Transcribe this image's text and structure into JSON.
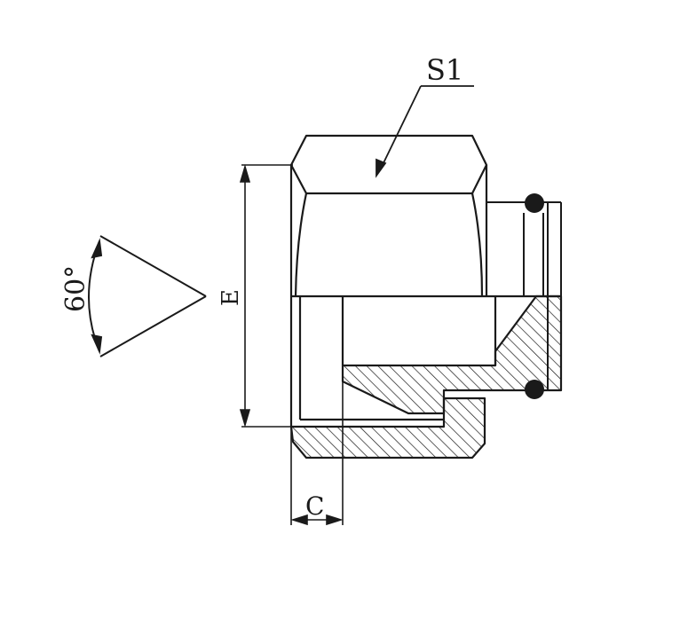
{
  "labels": {
    "s1": "S1",
    "e": "E",
    "c": "C",
    "angle": "60°"
  },
  "colors": {
    "line": "#1a1a1a",
    "hatch": "#1a1a1a",
    "background": "#ffffff"
  }
}
